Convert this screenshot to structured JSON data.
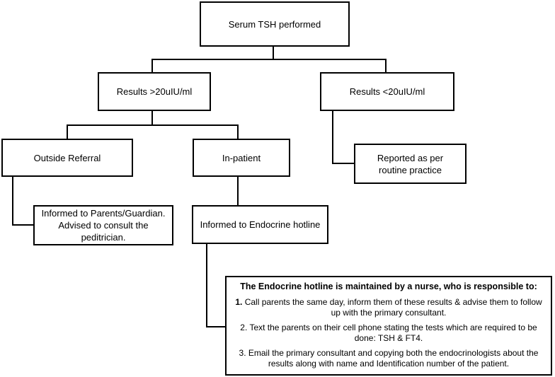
{
  "boxes": {
    "root": "Serum TSH performed",
    "high": "Results >20uIU/ml",
    "low": "Results <20uIU/ml",
    "outside": "Outside Referral",
    "inpatient": "In-patient",
    "routine": "Reported as per routine practice",
    "parents": "Informed to Parents/Guardian. Advised to consult the peditrician.",
    "hotline": "Informed to Endocrine hotline"
  },
  "nurse": {
    "heading": "The Endocrine hotline is maintained by a nurse, who is responsible to:",
    "steps": [
      {
        "num": "1.",
        "text": "Call parents the same day, inform them of these results & advise them to follow up with the primary consultant."
      },
      {
        "num": "2.",
        "text": "Text the parents on their cell phone stating the tests which are required to be done: TSH & FT4."
      },
      {
        "num": "3.",
        "text": "Email the primary consultant and  copying both the endocrinologists about the results along with name and Identification number of the patient."
      }
    ]
  }
}
